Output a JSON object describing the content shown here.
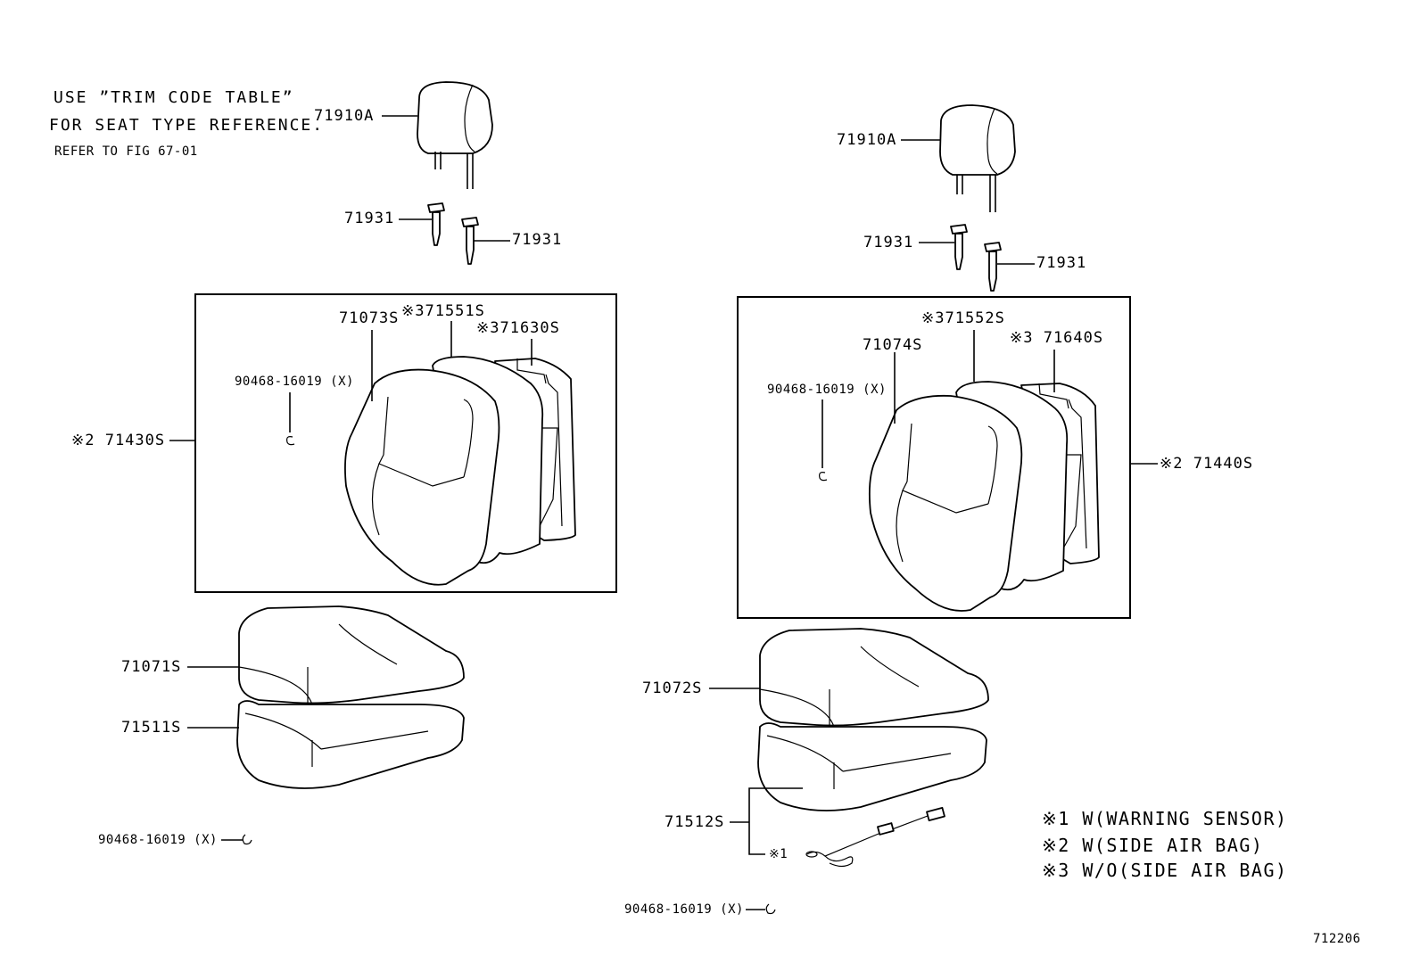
{
  "notes": {
    "line1": "USE ”TRIM CODE TABLE”",
    "line2": "FOR SEAT TYPE REFERENCE.",
    "line3": "REFER TO FIG 67-01"
  },
  "left_seat": {
    "headrest": "71910A",
    "support_left": "71931",
    "support_right": "71931",
    "back_assy": "※2 71430S",
    "back_cover": "71073S",
    "back_pad": "※371551S",
    "back_frame": "※371630S",
    "back_clip": "90468-16019 (X)",
    "cushion_cover": "71071S",
    "cushion_pad": "71511S",
    "cushion_clip": "90468-16019 (X)"
  },
  "right_seat": {
    "headrest": "71910A",
    "support_left": "71931",
    "support_right": "71931",
    "back_assy": "※2 71440S",
    "back_cover": "71074S",
    "back_pad": "※371552S",
    "back_frame": "※3 71640S",
    "back_clip": "90468-16019 (X)",
    "cushion_cover": "71072S",
    "cushion_assy": "71512S",
    "sensor": "※1",
    "cushion_clip": "90468-16019 (X)"
  },
  "legend": {
    "item1": "※1 W(WARNING SENSOR)",
    "item2": "※2 W(SIDE AIR BAG)",
    "item3": "※3 W/O(SIDE AIR BAG)"
  },
  "figure_number": "712206"
}
